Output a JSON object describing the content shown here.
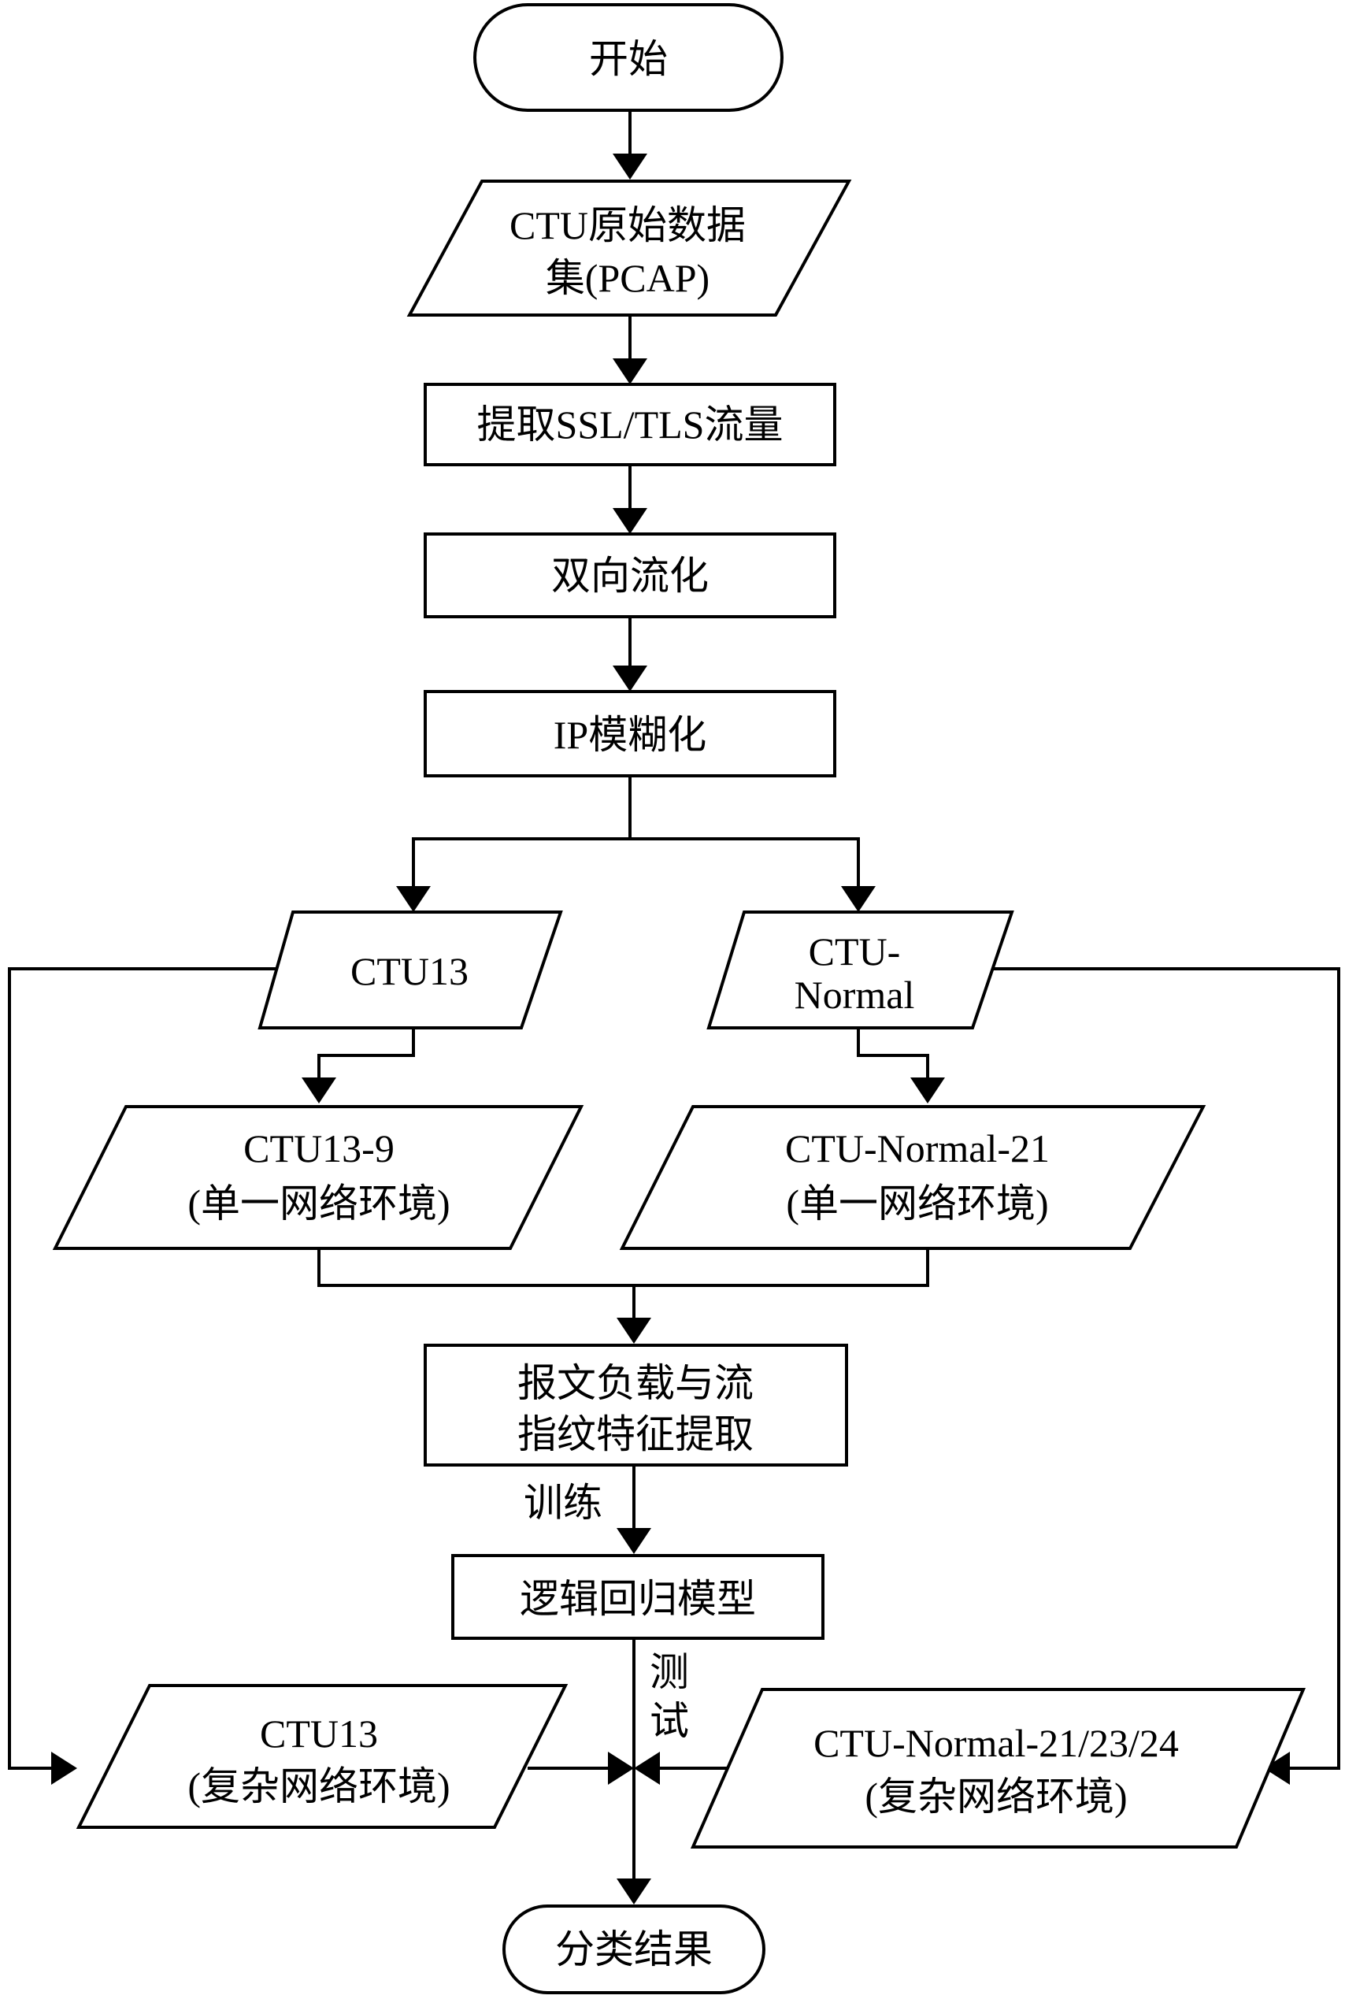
{
  "nodes": {
    "start": "开始",
    "raw_dataset": [
      "CTU原始数据",
      "集(PCAP)"
    ],
    "extract_ssl": "提取SSL/TLS流量",
    "bidirectional": "双向流化",
    "ip_blur": "IP模糊化",
    "ctu13": "CTU13",
    "ctu_normal": [
      "CTU-",
      "Normal"
    ],
    "ctu13_9": [
      "CTU13-9",
      "(单一网络环境)"
    ],
    "ctu_normal_21": [
      "CTU-Normal-21",
      "(单一网络环境)"
    ],
    "feature_extract": [
      "报文负载与流",
      "指纹特征提取"
    ],
    "lr_model": "逻辑回归模型",
    "ctu13_complex": [
      "CTU13",
      "(复杂网络环境)"
    ],
    "ctu_normal_complex": [
      "CTU-Normal-21/23/24",
      "(复杂网络环境)"
    ],
    "result": "分类结果"
  },
  "edge_labels": {
    "train": "训练",
    "test": [
      "测",
      "试"
    ]
  }
}
